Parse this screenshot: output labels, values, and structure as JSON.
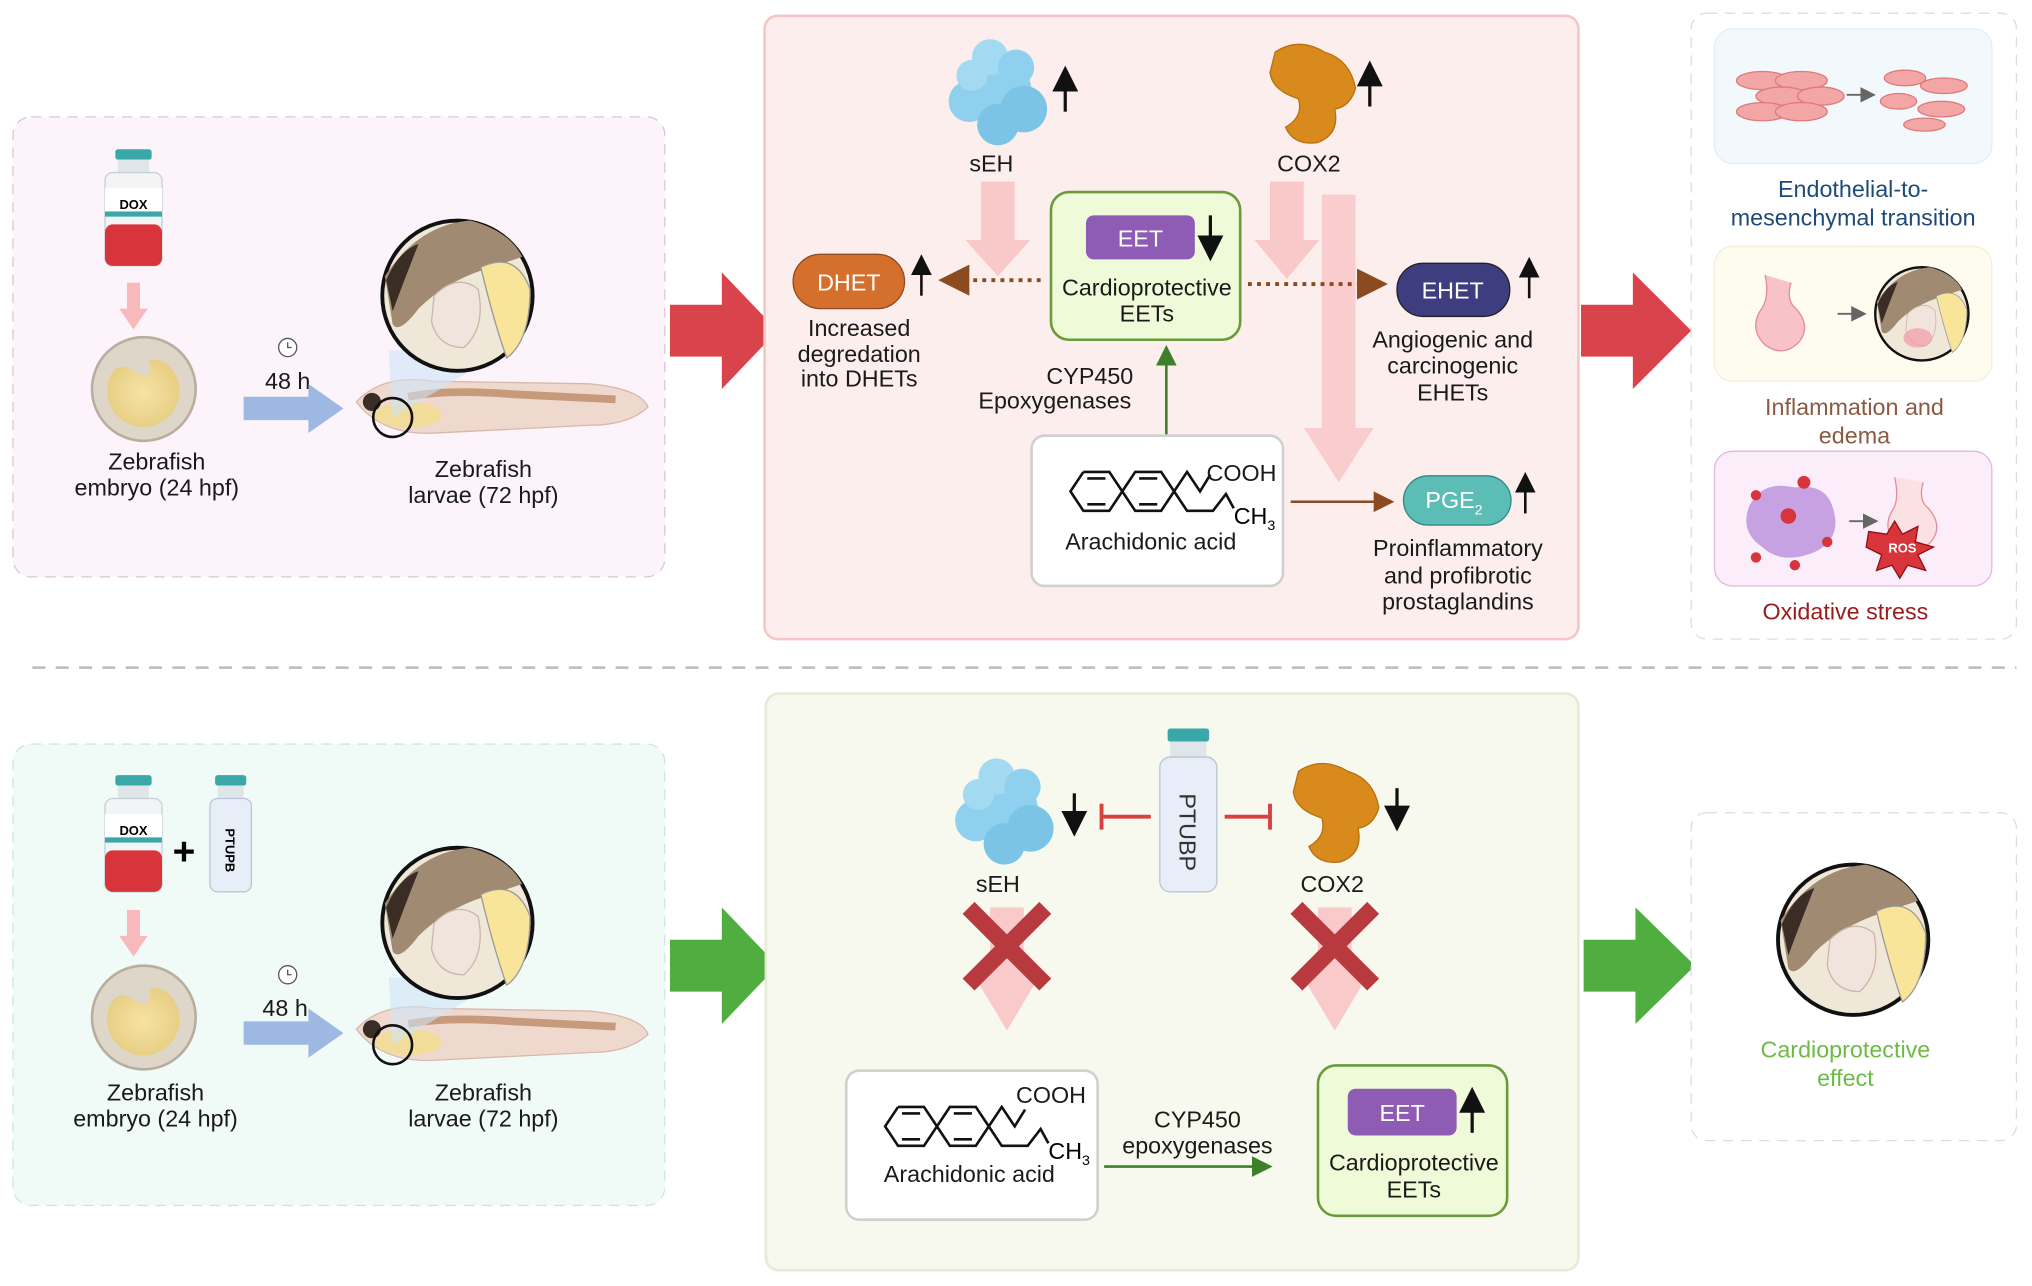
{
  "top": {
    "left_panel": {
      "drug_vial_label": "DOX",
      "embryo_label": [
        "Zebrafish",
        "embryo (24 hpf)"
      ],
      "time_label": "48 h",
      "larvae_label": [
        "Zebrafish",
        "larvae (72 hpf)"
      ]
    },
    "mechanism": {
      "seh_label": "sEH",
      "cox2_label": "COX2",
      "eet_pill": "EET",
      "eet_box_label": [
        "Cardioprotective",
        "EETs"
      ],
      "dhet_pill": "DHET",
      "dhet_label": [
        "Increased",
        "degredation",
        "into DHETs"
      ],
      "ehet_pill": "EHET",
      "ehet_label": [
        "Angiogenic and",
        "carcinogenic",
        "EHETs"
      ],
      "cyp_label": [
        "CYP450",
        "Epoxygenases"
      ],
      "acid_cooh": "COOH",
      "acid_ch": "CH",
      "acid_sub": "3",
      "acid_label": "Arachidonic acid",
      "pge_pill": "PGE",
      "pge_sub": "2",
      "pge_label": [
        "Proinflammatory",
        "and profibrotic",
        "prostaglandins"
      ]
    },
    "outcomes": [
      {
        "label": [
          "Endothelial-to-",
          "mesenchymal transition"
        ],
        "color": "#1e4a7a"
      },
      {
        "label": [
          "Inflammation and",
          "edema"
        ],
        "color": "#8a5a44"
      },
      {
        "label": [
          "Oxidative stress"
        ],
        "color": "#9b1c1c",
        "badge": "ROS"
      }
    ]
  },
  "bottom": {
    "left_panel": {
      "drug_vial_label": "DOX",
      "inhibitor_vial_label": "PTUPB",
      "plus": "+",
      "embryo_label": [
        "Zebrafish",
        "embryo (24 hpf)"
      ],
      "time_label": "48 h",
      "larvae_label": [
        "Zebrafish",
        "larvae (72 hpf)"
      ]
    },
    "mechanism": {
      "seh_label": "sEH",
      "cox2_label": "COX2",
      "inhibitor_vial_label": "PTUBP",
      "acid_cooh": "COOH",
      "acid_ch": "CH",
      "acid_sub": "3",
      "acid_label": "Arachidonic acid",
      "cyp_label": [
        "CYP450",
        "epoxygenases"
      ],
      "eet_pill": "EET",
      "eet_box_label": [
        "Cardioprotective",
        "EETs"
      ]
    },
    "outcome": {
      "label": [
        "Cardioprotective",
        "effect"
      ],
      "color": "#6dbb45"
    }
  },
  "colors": {
    "dox_arrow": "#d9434b",
    "ptupb_arrow": "#4fae3f",
    "eet": "#8e5bb5",
    "dhet": "#d4702c",
    "ehet": "#3e3d80",
    "pge2": "#5bbdb5",
    "inhibition": "#d94040"
  }
}
